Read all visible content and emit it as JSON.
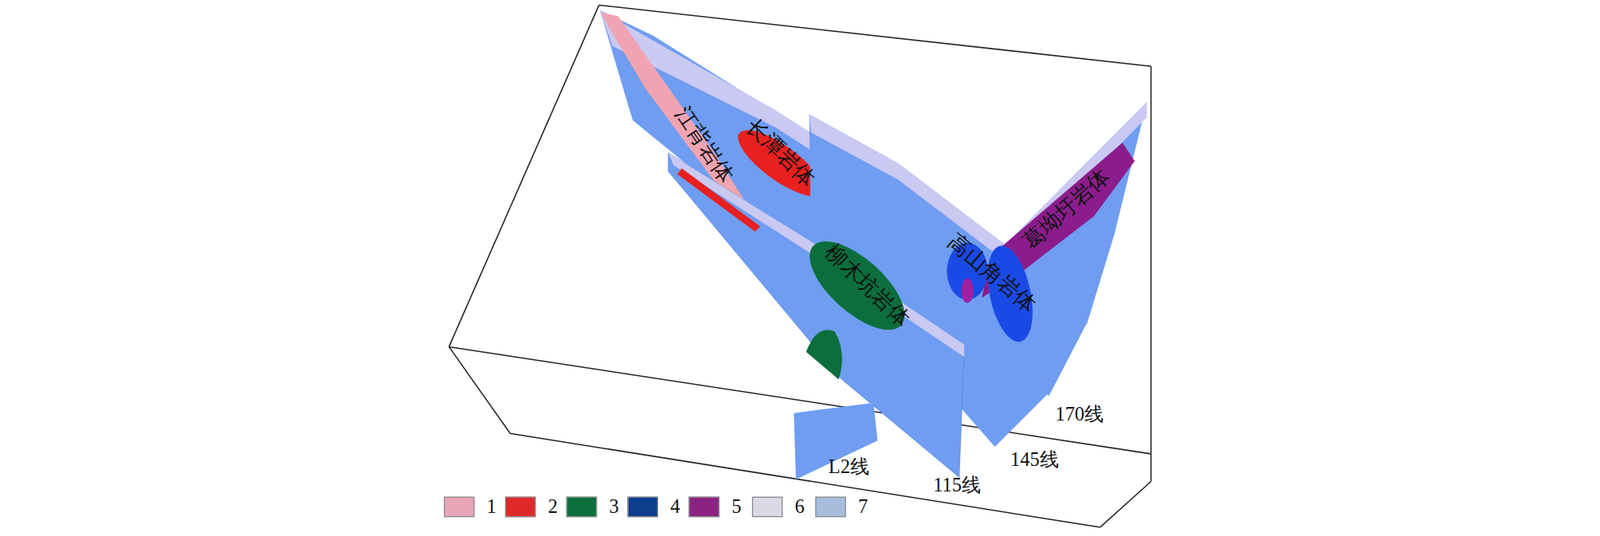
{
  "diagram": {
    "labels": [
      "江背岩体",
      "长潭岩体",
      "柳木坑岩体",
      "高山角岩体",
      "葛坳圩岩体",
      "L2线",
      "115线",
      "145线",
      "170线"
    ],
    "legend": [
      {
        "text": "1",
        "color": "#e8a6b8"
      },
      {
        "text": "2",
        "color": "#e02a2a"
      },
      {
        "text": "3",
        "color": "#0c6e3c"
      },
      {
        "text": "4",
        "color": "#0c3e8e"
      },
      {
        "text": "5",
        "color": "#8c2282"
      },
      {
        "text": "6",
        "color": "#ddd8e6"
      },
      {
        "text": "7",
        "color": "#a6bedc"
      }
    ]
  }
}
